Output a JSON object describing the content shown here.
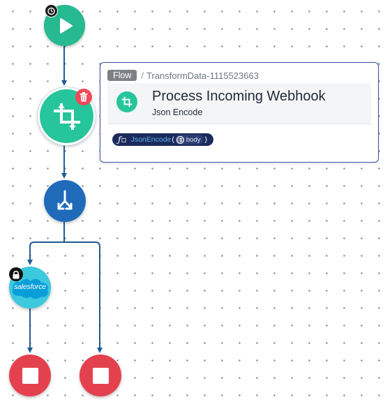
{
  "canvas": {
    "background": "#ffffff",
    "connector_color": "#1f5c92"
  },
  "nodes": {
    "start": {
      "icon": "play-icon",
      "badge_icon": "timer-icon",
      "color": "#27b990"
    },
    "transform": {
      "icon": "crop-transform-icon",
      "badge_icon": "trash-icon",
      "color": "#27c59c"
    },
    "branch": {
      "icon": "branch-split-icon",
      "color": "#1f6bba"
    },
    "salesforce": {
      "label": "salesforce",
      "badge_icon": "lock-icon",
      "color": "#3cc9de"
    },
    "stops": [
      {
        "icon": "stop-icon",
        "color": "#e4414f"
      },
      {
        "icon": "stop-icon",
        "color": "#e4414f"
      }
    ]
  },
  "popover": {
    "breadcrumb_badge": "Flow",
    "breadcrumb_separator": "/",
    "breadcrumb_path": "TransformData-1115523663",
    "title": "Process Incoming Webhook",
    "subtitle": "Json Encode",
    "expression": {
      "function_icon": "function-icon",
      "function_name": "JsonEncode",
      "open_paren": "(",
      "argument": "body",
      "argument_icon": "globe-icon",
      "close_paren": ")"
    },
    "border_color": "#3a54a4"
  }
}
